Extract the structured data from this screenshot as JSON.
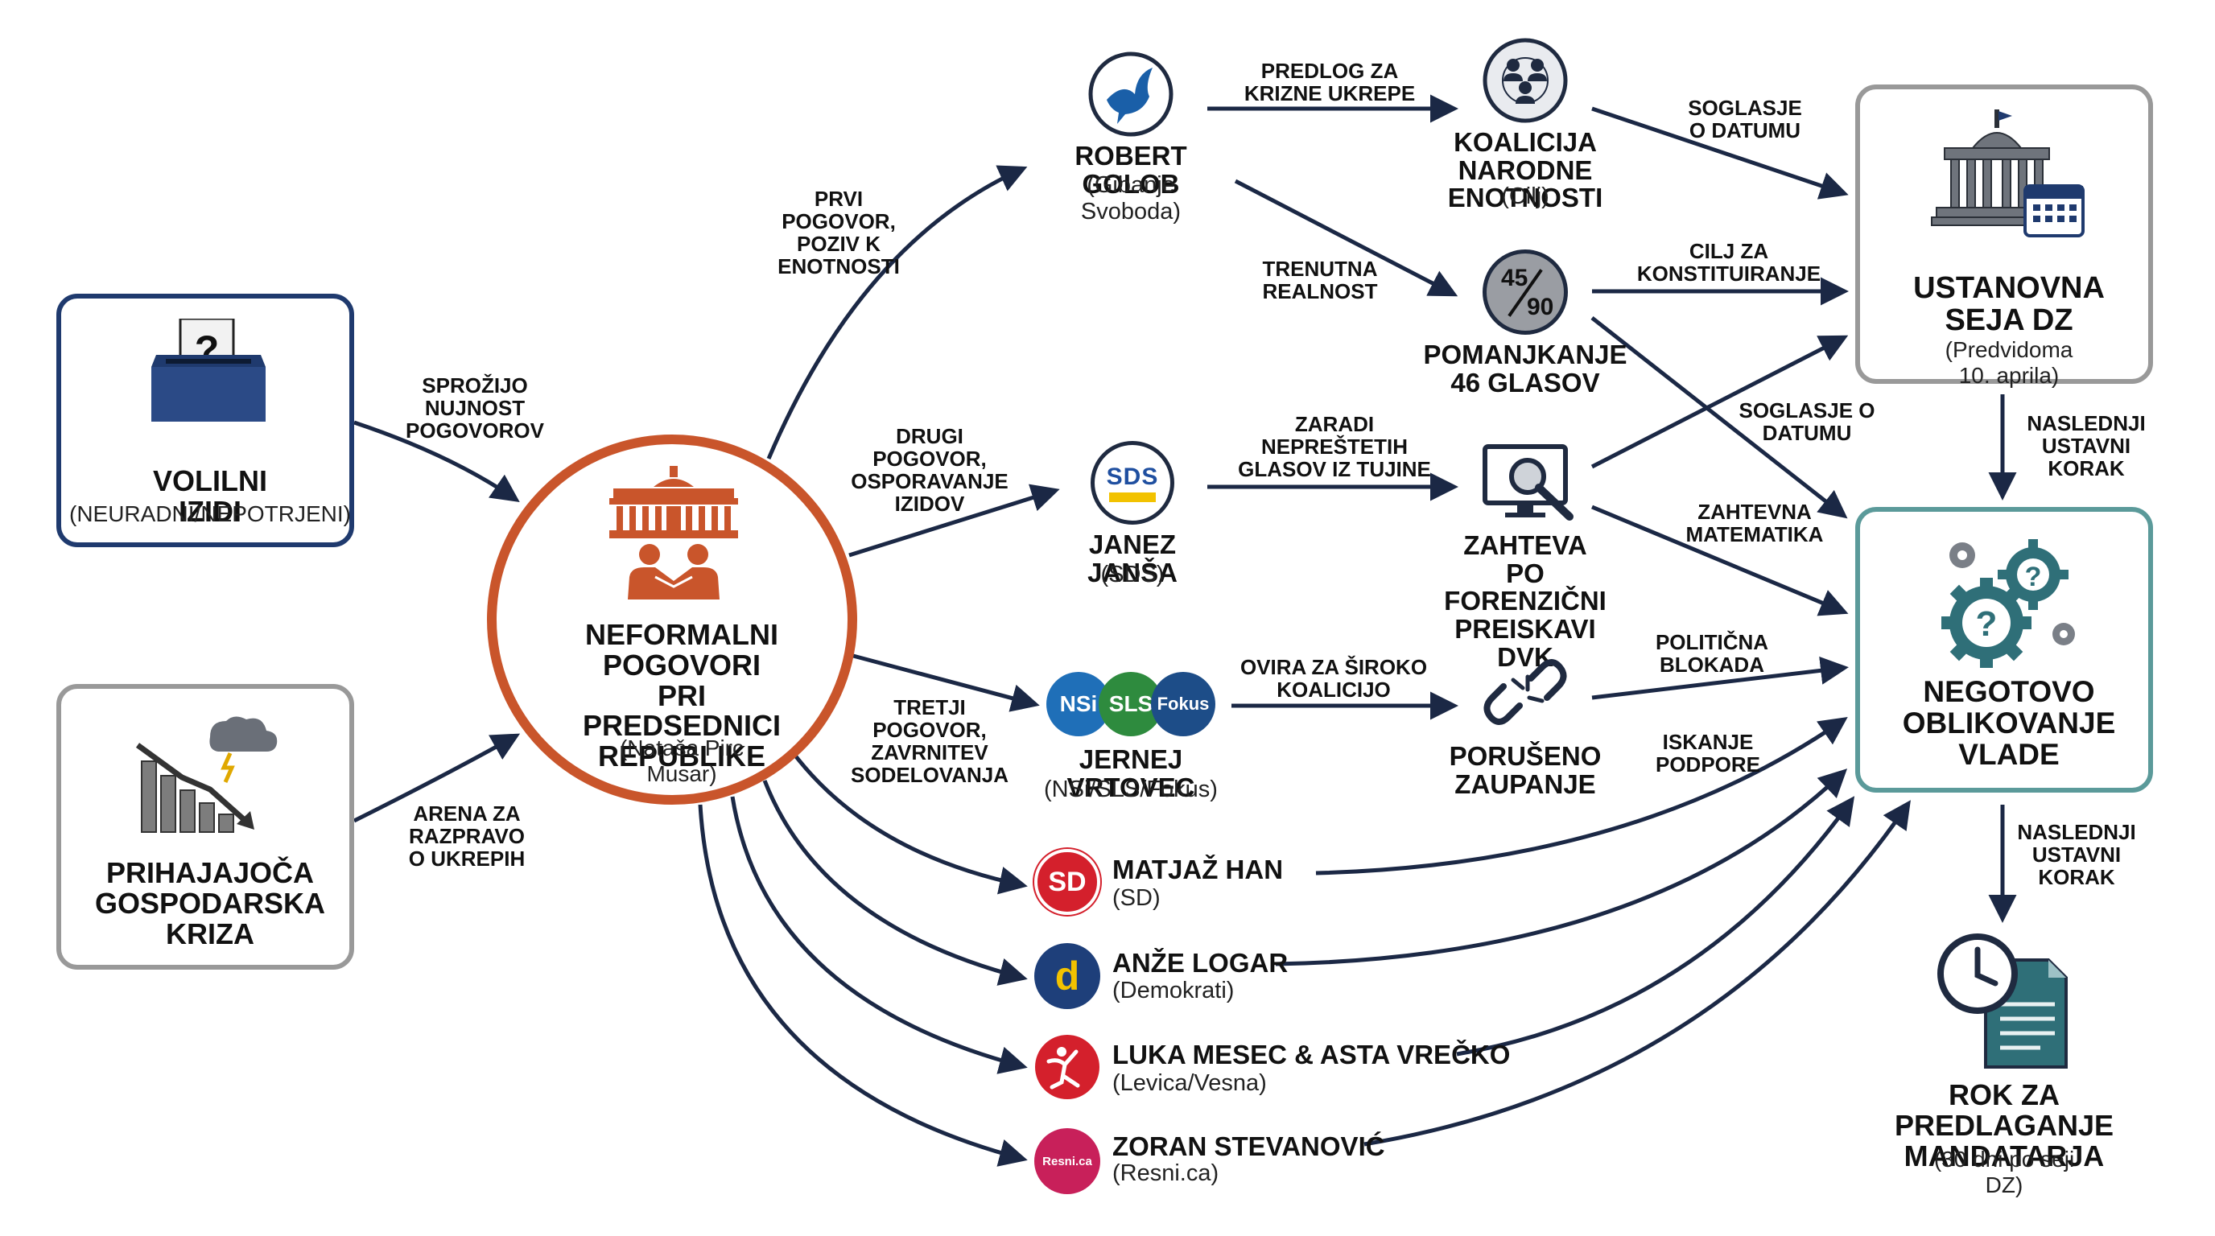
{
  "left": {
    "volilni": {
      "title": "VOLILNI IZIDI",
      "sub": "(NEURADNI/NEPOTRJENI)",
      "icon": "ballot-box-icon"
    },
    "kriza": {
      "title": "PRIHAJAJOČA\nGOSPODARSKA\nKRIZA",
      "icon": "falling-chart-storm-icon"
    }
  },
  "center": {
    "title": "NEFORMALNI\nPOGOVORI PRI\nPREDSEDNICI\nREPUBLIKE",
    "sub": "(Nataša Pirc Musar)",
    "icon": "presidential-palace-handshake-icon",
    "ring_color": "#c9552b"
  },
  "edge_labels": {
    "sprozijo": "SPROŽIJO\nNUJNOST\nPOGOVOROV",
    "arena": "ARENA ZA\nRAZPRAVO\nO UKREPIH",
    "prvi": "PRVI\nPOGOVOR,\nPOZIV K\nENOTNOSTI",
    "drugi": "DRUGI\nPOGOVOR,\nOSPORAVANJE\nIZIDOV",
    "tretji": "TRETJI\nPOGOVOR,\nZAVRNITEV\nSODELOVANJA",
    "predlog": "PREDLOG ZA\nKRIZNE UKREPE",
    "trenutna": "TRENUTNA\nREALNOST",
    "zaradi": "ZARADI\nNEPREŠTETIH\nGLASOV IZ TUJINE",
    "ovira": "OVIRA ZA ŠIROKO\nKOALICIJO",
    "soglasje1": "SOGLASJE\nO DATUMU",
    "cilj": "CILJ ZA\nKONSTITUIRANJE",
    "soglasje2": "SOGLASJE O\nDATUMU",
    "zahtevna": "ZAHTEVNA\nMATEMATIKA",
    "politicna": "POLITIČNA\nBLOKADA",
    "iskanje": "ISKANJE\nPODPORE",
    "naslednji1": "NASLEDNJI\nUSTAVNI KORAK",
    "naslednji2": "NASLEDNJI\nUSTAVNI\nKORAK"
  },
  "politicians": {
    "golob": {
      "name": "ROBERT GOLOB",
      "party": "(Gibanje Svoboda)",
      "icon": "bird-logo-icon"
    },
    "jansa": {
      "name": "JANEZ JANŠA",
      "party": "(SDS)",
      "logo": "SDS"
    },
    "vrtovec": {
      "name": "JERNEJ VRTOVEC",
      "party": "(NSi/SLS/Fokus)",
      "logos": [
        "NSi",
        "SLS",
        "Fokus"
      ]
    },
    "han": {
      "name": "MATJAŽ HAN",
      "party": "(SD)",
      "logo": "SD"
    },
    "logar": {
      "name": "ANŽE LOGAR",
      "party": "(Demokrati)",
      "logo": "d"
    },
    "mesec": {
      "name": "LUKA MESEC & ASTA VREČKO",
      "party": "(Levica/Vesna)",
      "icon": "levica-figure-icon"
    },
    "stevanovic": {
      "name": "ZORAN STEVANOVIĆ",
      "party": "(Resni.ca)",
      "logo": "Resni.ca"
    }
  },
  "middle": {
    "koalicija": {
      "title": "KOALICIJA\nNARODNE ENOTNOSTI",
      "sub": "(Cilj)",
      "icon": "people-network-icon"
    },
    "pomanjkanje": {
      "title": "POMANJKANJE\n46 GLASOV",
      "num1": "45",
      "num2": "90",
      "icon": "vote-fraction-icon"
    },
    "zahteva": {
      "title": "ZAHTEVA PO\nFORENZIČNI\nPREISKAVI DVK",
      "icon": "magnifier-monitor-icon"
    },
    "poruseno": {
      "title": "PORUŠENO\nZAUPANJE",
      "icon": "broken-chain-icon"
    }
  },
  "right": {
    "ustanovna": {
      "title": "USTANOVNA\nSEJA DZ",
      "sub": "(Predvidoma 10. aprila)",
      "icon": "parliament-calendar-icon"
    },
    "negotovo": {
      "title": "NEGOTOVO\nOBLIKOVANJE\nVLADE",
      "icon": "gears-question-icon"
    },
    "rok": {
      "title": "ROK ZA PREDLAGANJE\nMANDATARJA",
      "sub": "(30 dni po seji DZ)",
      "icon": "clock-document-icon"
    }
  },
  "colors": {
    "navy": "#1f3a6e",
    "gray_border": "#8c8c8c",
    "teal_border": "#5b9a9a",
    "orange": "#c9552b",
    "arrow": "#1b2845"
  }
}
